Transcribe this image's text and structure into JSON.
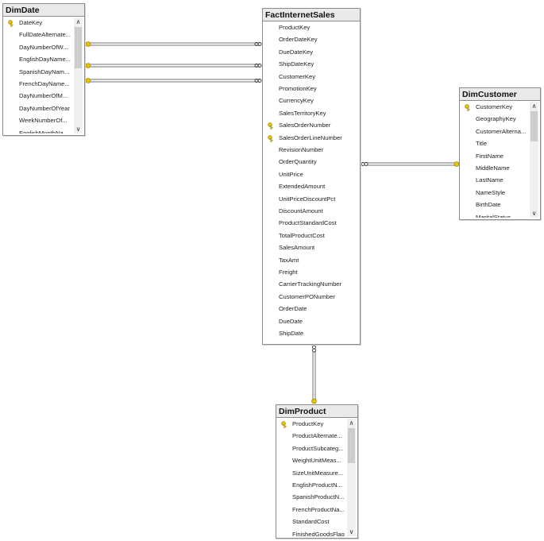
{
  "tables": {
    "dimdate": {
      "title": "DimDate",
      "columns": [
        "DateKey",
        "FullDateAlternate...",
        "DayNumberOfW...",
        "EnglishDayName...",
        "SpanishDayNam...",
        "FrenchDayName...",
        "DayNumberOfM...",
        "DayNumberOfYear",
        "WeekNumberOf...",
        "EnglishMonthNa..."
      ],
      "keys": [
        0
      ]
    },
    "fact": {
      "title": "FactInternetSales",
      "columns": [
        "ProductKey",
        "OrderDateKey",
        "DueDateKey",
        "ShipDateKey",
        "CustomerKey",
        "PromotionKey",
        "CurrencyKey",
        "SalesTerritoryKey",
        "SalesOrderNumber",
        "SalesOrderLineNumber",
        "RevisionNumber",
        "OrderQuantity",
        "UnitPrice",
        "ExtendedAmount",
        "UnitPriceDiscountPct",
        "DiscountAmount",
        "ProductStandardCost",
        "TotalProductCost",
        "SalesAmount",
        "TaxAmt",
        "Freight",
        "CarrierTrackingNumber",
        "CustomerPONumber",
        "OrderDate",
        "DueDate",
        "ShipDate"
      ],
      "keys": [
        8,
        9
      ]
    },
    "dimcustomer": {
      "title": "DimCustomer",
      "columns": [
        "CustomerKey",
        "GeographyKey",
        "CustomerAlterna...",
        "Title",
        "FirstName",
        "MiddleName",
        "LastName",
        "NameStyle",
        "BirthDate",
        "MaritalStatus"
      ],
      "keys": [
        0
      ]
    },
    "dimproduct": {
      "title": "DimProduct",
      "columns": [
        "ProductKey",
        "ProductAlternate...",
        "ProductSubcateg...",
        "WeightUnitMeas...",
        "SizeUnitMeasure...",
        "EnglishProductN...",
        "SpanishProductN...",
        "FrenchProductNa...",
        "StandardCost",
        "FinishedGoodsFlag"
      ],
      "keys": [
        0
      ]
    }
  },
  "scroll_arrows": {
    "up": "∧",
    "down": "∨"
  },
  "icons": {
    "primary_key": "key-icon",
    "one_end": "key-end-icon",
    "many_end": "infinity-icon"
  },
  "colors": {
    "key": "#e8c400",
    "line": "#707070"
  }
}
